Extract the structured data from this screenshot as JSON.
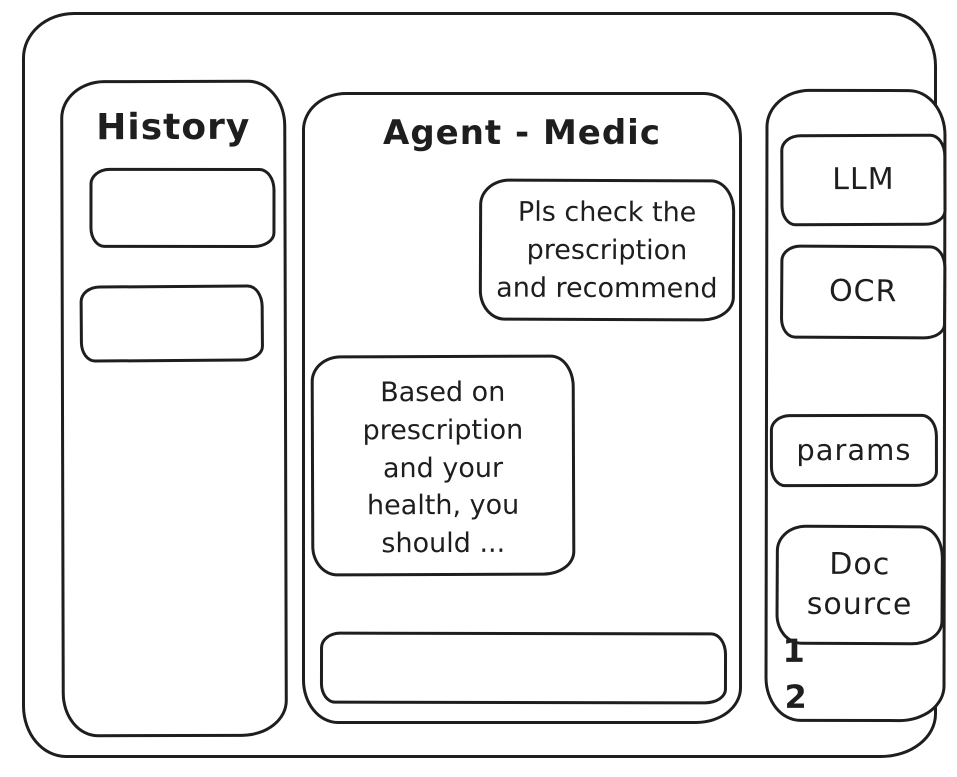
{
  "colors": {
    "ink": "#1e1e1e",
    "background": "#ffffff"
  },
  "sidebar": {
    "title": "History",
    "items": [
      {
        "label": ""
      },
      {
        "label": ""
      }
    ]
  },
  "chat": {
    "title": "Agent - Medic",
    "user_message": {
      "lines": [
        "Pls check the",
        "prescription",
        "and recommend"
      ]
    },
    "assistant_message": {
      "lines": [
        "Based on",
        "prescription",
        "and your",
        "health, you",
        "should ..."
      ]
    },
    "input": {
      "value": "",
      "placeholder": ""
    }
  },
  "tools": {
    "llm_label": "LLM",
    "ocr_label": "OCR",
    "params_label": "params",
    "doc_source_lines": [
      "Doc",
      "source"
    ],
    "annotations": [
      "1",
      "2"
    ]
  }
}
